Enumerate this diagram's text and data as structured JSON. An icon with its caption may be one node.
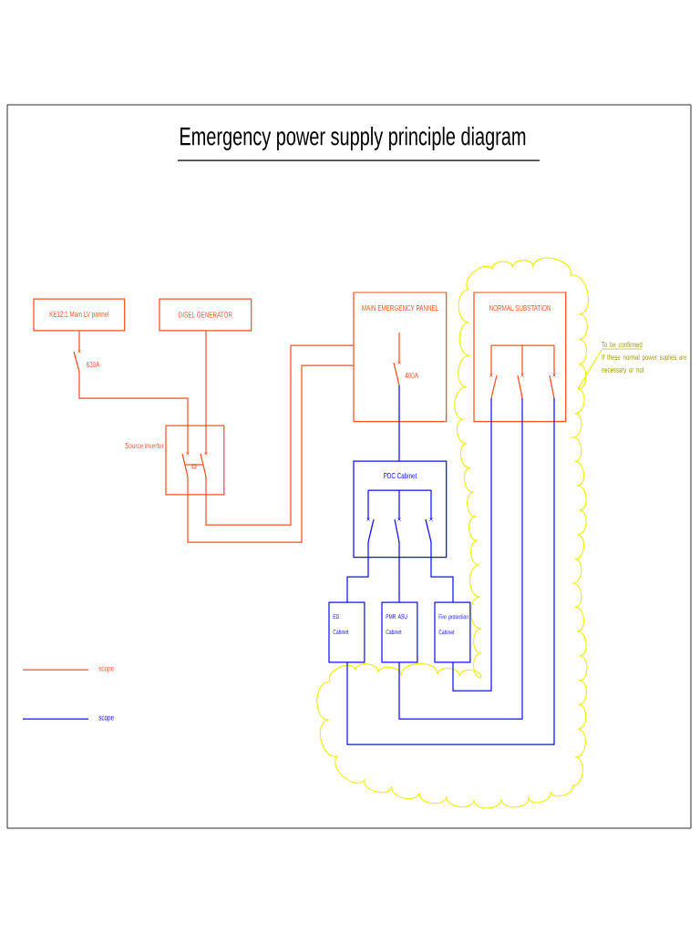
{
  "diagram": {
    "title": "Emergency power supply principle diagram",
    "nodes": [
      {
        "text": [
          "KE12:1 Main LV pannel"
        ]
      },
      {
        "text": [
          "DISEL GENERATOR"
        ]
      },
      {
        "text": [
          "MAIN EMERGENCY PANNEL",
          "400A"
        ]
      },
      {
        "text": [],
        "shape": "cloud"
      },
      {
        "text": [
          "NORMAL SUBSTATION"
        ],
        "in": 3
      },
      {
        "text": [
          "To be confirmed",
          "If these normal power suplies are necessary or not"
        ]
      },
      {
        "text": [],
        "shape": "box",
        "beside": [
          "Source inverter"
        ]
      },
      {
        "text": [
          "PDC Cabinet"
        ]
      },
      {
        "text": [
          "ED Cabinet"
        ]
      },
      {
        "text": [
          "PMR ASU Cabinet"
        ]
      },
      {
        "text": [
          "Fire protection Cabinet"
        ]
      }
    ],
    "edges": [
      {
        "from": 0,
        "to": 6,
        "arrow": "none",
        "label": "630A",
        "color": "#ff5020"
      },
      {
        "from": 1,
        "to": 6,
        "arrow": "none",
        "color": "#ff5020"
      },
      {
        "from": 6,
        "to": 2,
        "arrow": "none",
        "color": "#ff5020"
      },
      {
        "from": 6,
        "to": 2,
        "arrow": "none",
        "color": "#ff5020"
      },
      {
        "from": 2,
        "to": 7,
        "arrow": "none"
      },
      {
        "from": 7,
        "to": 8,
        "arrow": "none"
      },
      {
        "from": 7,
        "to": 9,
        "arrow": "none"
      },
      {
        "from": 7,
        "to": 10,
        "arrow": "none"
      },
      {
        "from": 4,
        "to": 10,
        "arrow": "none"
      },
      {
        "from": 4,
        "to": 9,
        "arrow": "none"
      },
      {
        "from": 4,
        "to": 8,
        "arrow": "none"
      },
      {
        "from": 5,
        "to": 3,
        "arrow": "none",
        "color": "#f0f000"
      }
    ],
    "legend": [
      {
        "text": "scope"
      },
      {
        "text": "scope"
      }
    ]
  }
}
